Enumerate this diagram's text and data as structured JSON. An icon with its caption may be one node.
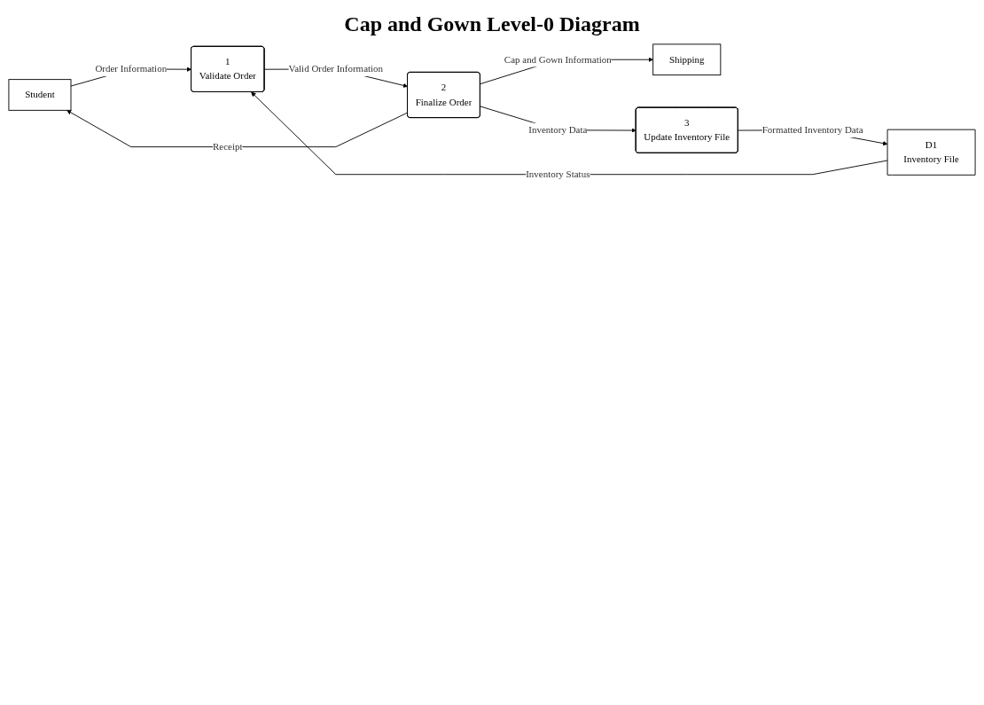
{
  "diagram": {
    "title": "Cap and Gown Level-0 Diagram",
    "nodes": [
      {
        "text": [
          "Student"
        ]
      },
      {
        "text": [
          "Shipping"
        ]
      },
      {
        "text": [
          "1",
          "Validate Order"
        ]
      },
      {
        "text": [
          "2",
          "Finalize Order"
        ]
      },
      {
        "text": [
          "3",
          "Update Inventory File"
        ]
      },
      {
        "text": [
          "D1",
          "Inventory File"
        ]
      }
    ],
    "edges": [
      {
        "from": 0,
        "to": 2,
        "arrow": "to",
        "label": "Order Information"
      },
      {
        "from": 3,
        "to": 0,
        "arrow": "to",
        "label": "Receipt"
      },
      {
        "from": 3,
        "to": 1,
        "arrow": "to",
        "label": "Cap and Gown Information"
      },
      {
        "from": 2,
        "to": 3,
        "arrow": "to",
        "label": "Valid Order Information"
      },
      {
        "from": 3,
        "to": 4,
        "arrow": "to",
        "label": "Inventory Data"
      },
      {
        "from": 4,
        "to": 5,
        "arrow": "to",
        "label": "Formatted Inventory Data"
      },
      {
        "from": 5,
        "to": 2,
        "arrow": "to",
        "label": "Inventory Status"
      }
    ]
  }
}
